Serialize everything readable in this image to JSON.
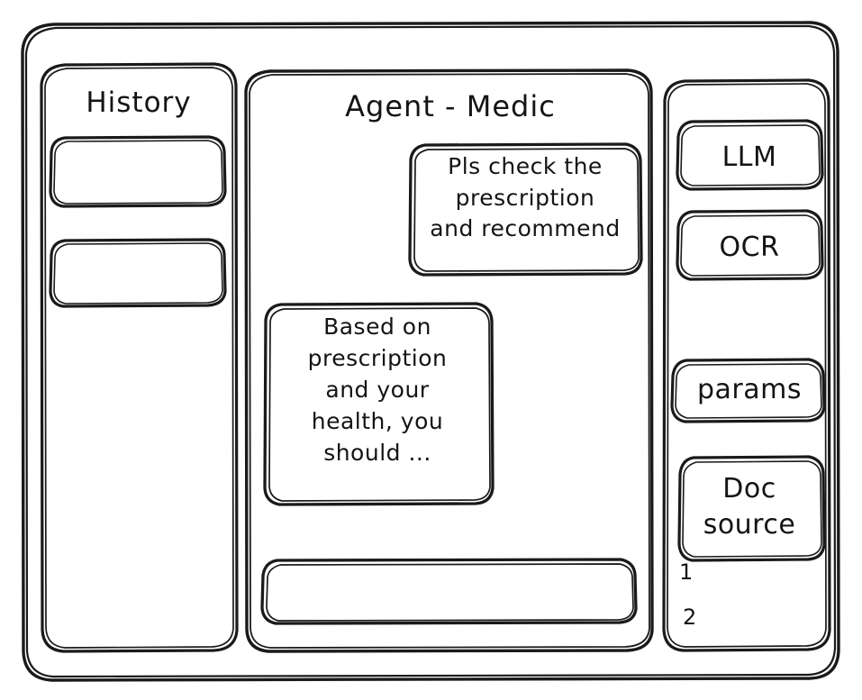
{
  "window": {
    "name": "agent-medic-wireframe",
    "background": "#ffffff",
    "stroke_color": "#1a1a1a"
  },
  "sidebar_left": {
    "title": "History",
    "items": [
      {
        "label": ""
      },
      {
        "label": ""
      }
    ]
  },
  "main": {
    "title": "Agent - Medic",
    "messages": [
      {
        "role": "user",
        "align": "right",
        "text": "Pls check the\nprescription\nand recommend"
      },
      {
        "role": "agent",
        "align": "left",
        "text": "Based on\nprescription\nand your\nhealth, you\nshould ..."
      }
    ],
    "composer": {
      "value": "",
      "placeholder": ""
    }
  },
  "sidebar_right": {
    "tools": [
      {
        "label": "LLM"
      },
      {
        "label": "OCR"
      }
    ],
    "params_button": {
      "label": "params"
    },
    "doc_source": {
      "label": "Doc\nsource",
      "items": [
        {
          "marker": "1"
        },
        {
          "marker": "2"
        }
      ]
    }
  }
}
